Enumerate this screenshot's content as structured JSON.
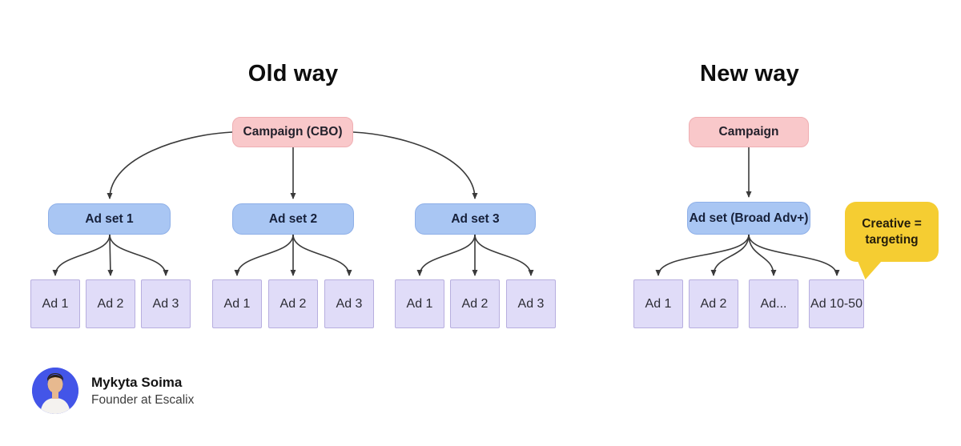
{
  "titles": {
    "old": "Old way",
    "new": "New way"
  },
  "old": {
    "campaign": "Campaign (CBO)",
    "adsets": [
      {
        "label": "Ad set 1",
        "ads": [
          "Ad 1",
          "Ad 2",
          "Ad 3"
        ]
      },
      {
        "label": "Ad set 2",
        "ads": [
          "Ad 1",
          "Ad 2",
          "Ad 3"
        ]
      },
      {
        "label": "Ad set 3",
        "ads": [
          "Ad 1",
          "Ad 2",
          "Ad 3"
        ]
      }
    ]
  },
  "new": {
    "campaign": "Campaign",
    "adset": "Ad set (Broad Adv+)",
    "ads": [
      "Ad 1",
      "Ad 2",
      "Ad...",
      "Ad 10-50"
    ],
    "callout": "Creative = targeting"
  },
  "footer": {
    "name": "Mykyta Soima",
    "role": "Founder at Escalix"
  },
  "colors": {
    "campaign_fill": "#f9c8ca",
    "campaign_border": "#efafb3",
    "adset_fill": "#a9c6f3",
    "adset_border": "#8fb0e8",
    "ad_fill": "#e0dcf8",
    "ad_border": "#b7aedf",
    "callout_fill": "#f5cd32",
    "connector": "#3a3a3a",
    "avatar_bg": "#4355e8"
  }
}
